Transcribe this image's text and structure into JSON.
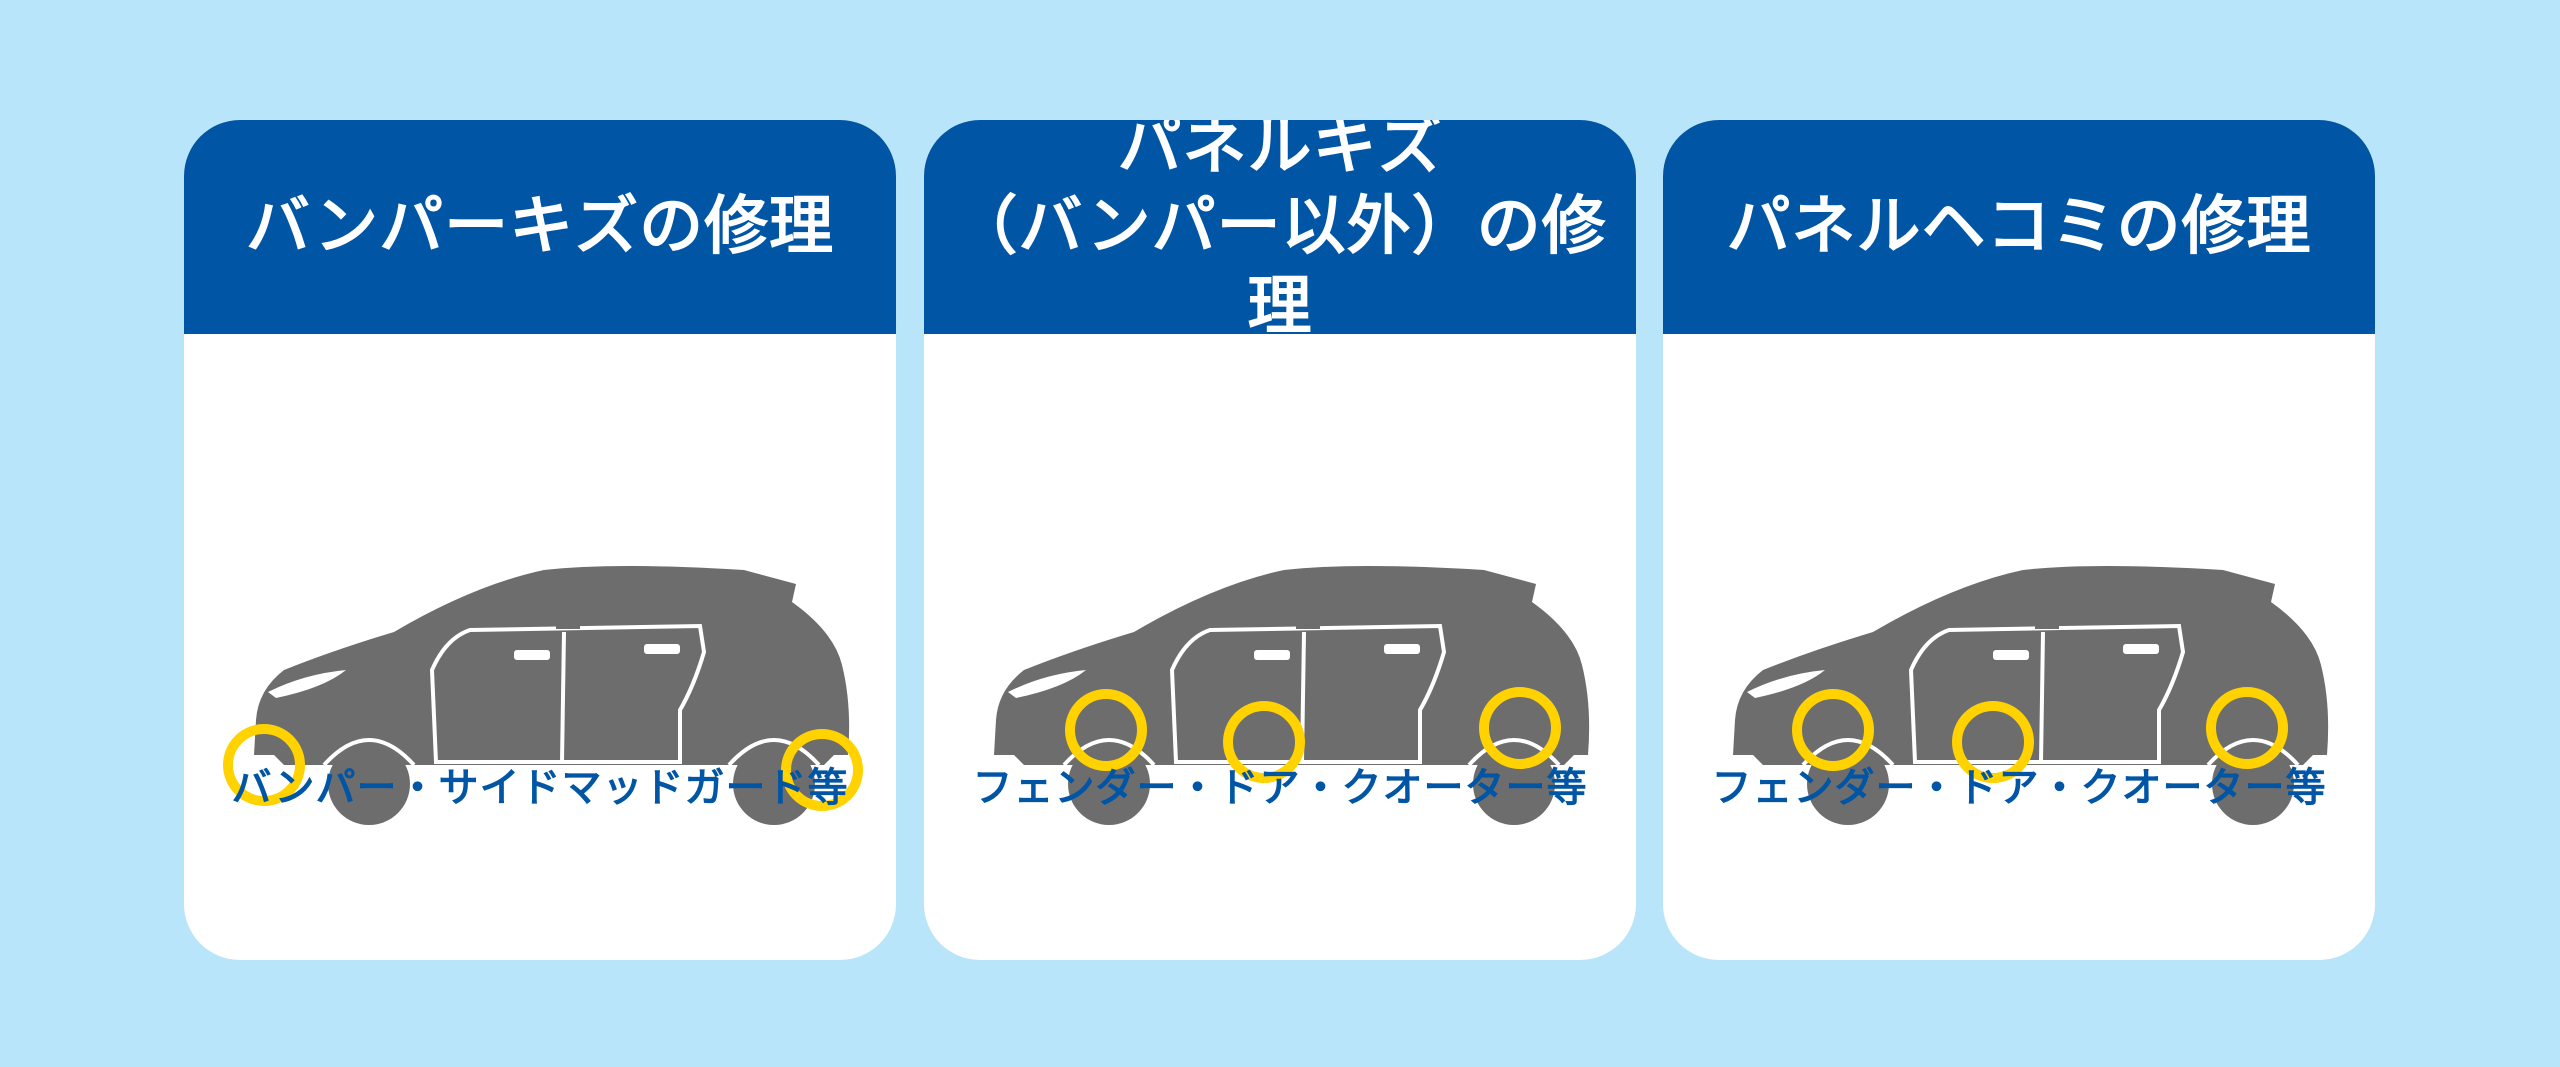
{
  "colors": {
    "background": "#b9e5fa",
    "header": "#0055a5",
    "caption": "#0055a5",
    "car_body": "#6e6d6e",
    "car_line": "#ffffff",
    "highlight_ring": "#ffd200"
  },
  "cards": [
    {
      "title": "バンパーキズの修理",
      "caption": "バンパー・サイドマッドガード等",
      "highlight_areas": [
        "front-bumper",
        "rear-bumper"
      ]
    },
    {
      "title": "パネルキズ\n（バンパー以外）の修理",
      "caption": "フェンダー・ドア・クオーター等",
      "highlight_areas": [
        "front-fender",
        "door",
        "rear-quarter"
      ]
    },
    {
      "title": "パネルヘコミの修理",
      "caption": "フェンダー・ドア・クオーター等",
      "highlight_areas": [
        "front-fender",
        "door",
        "rear-quarter"
      ]
    }
  ]
}
